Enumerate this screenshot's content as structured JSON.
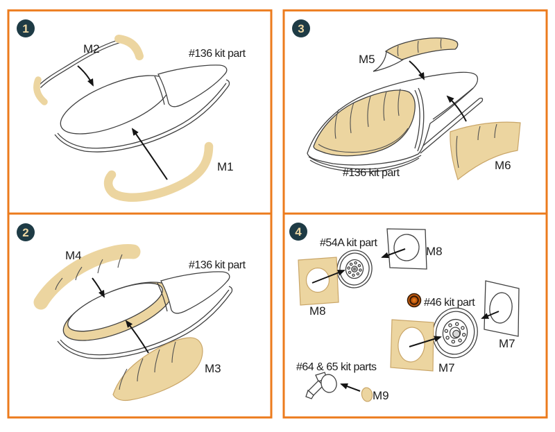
{
  "colors": {
    "panel_border": "#EC7B1C",
    "mask_fill": "#ECD5A0",
    "mask_outline": "#C9A567",
    "badge_bg": "#1E3B45",
    "badge_text": "#EDD7A3",
    "line": "#3f3f3f",
    "arrow": "#141414",
    "logo_orange": "#C25A0F",
    "logo_dark": "#331A04"
  },
  "panels": [
    {
      "number": "1",
      "labels": {
        "m2": "M2",
        "kit": "#136 kit part",
        "m1": "M1"
      }
    },
    {
      "number": "2",
      "labels": {
        "m4": "M4",
        "kit": "#136 kit part",
        "m3": "M3"
      }
    },
    {
      "number": "3",
      "labels": {
        "m5": "M5",
        "kit": "#136 kit part",
        "m6": "M6"
      }
    },
    {
      "number": "4",
      "labels": {
        "kit_a": "#54A kit part",
        "m8_right": "M8",
        "m8_left": "M8",
        "kit_b": "#46 kit part",
        "m7_right": "M7",
        "m7_left": "M7",
        "kit_c": "#64 & 65 kit parts",
        "m9": "M9"
      }
    }
  ]
}
